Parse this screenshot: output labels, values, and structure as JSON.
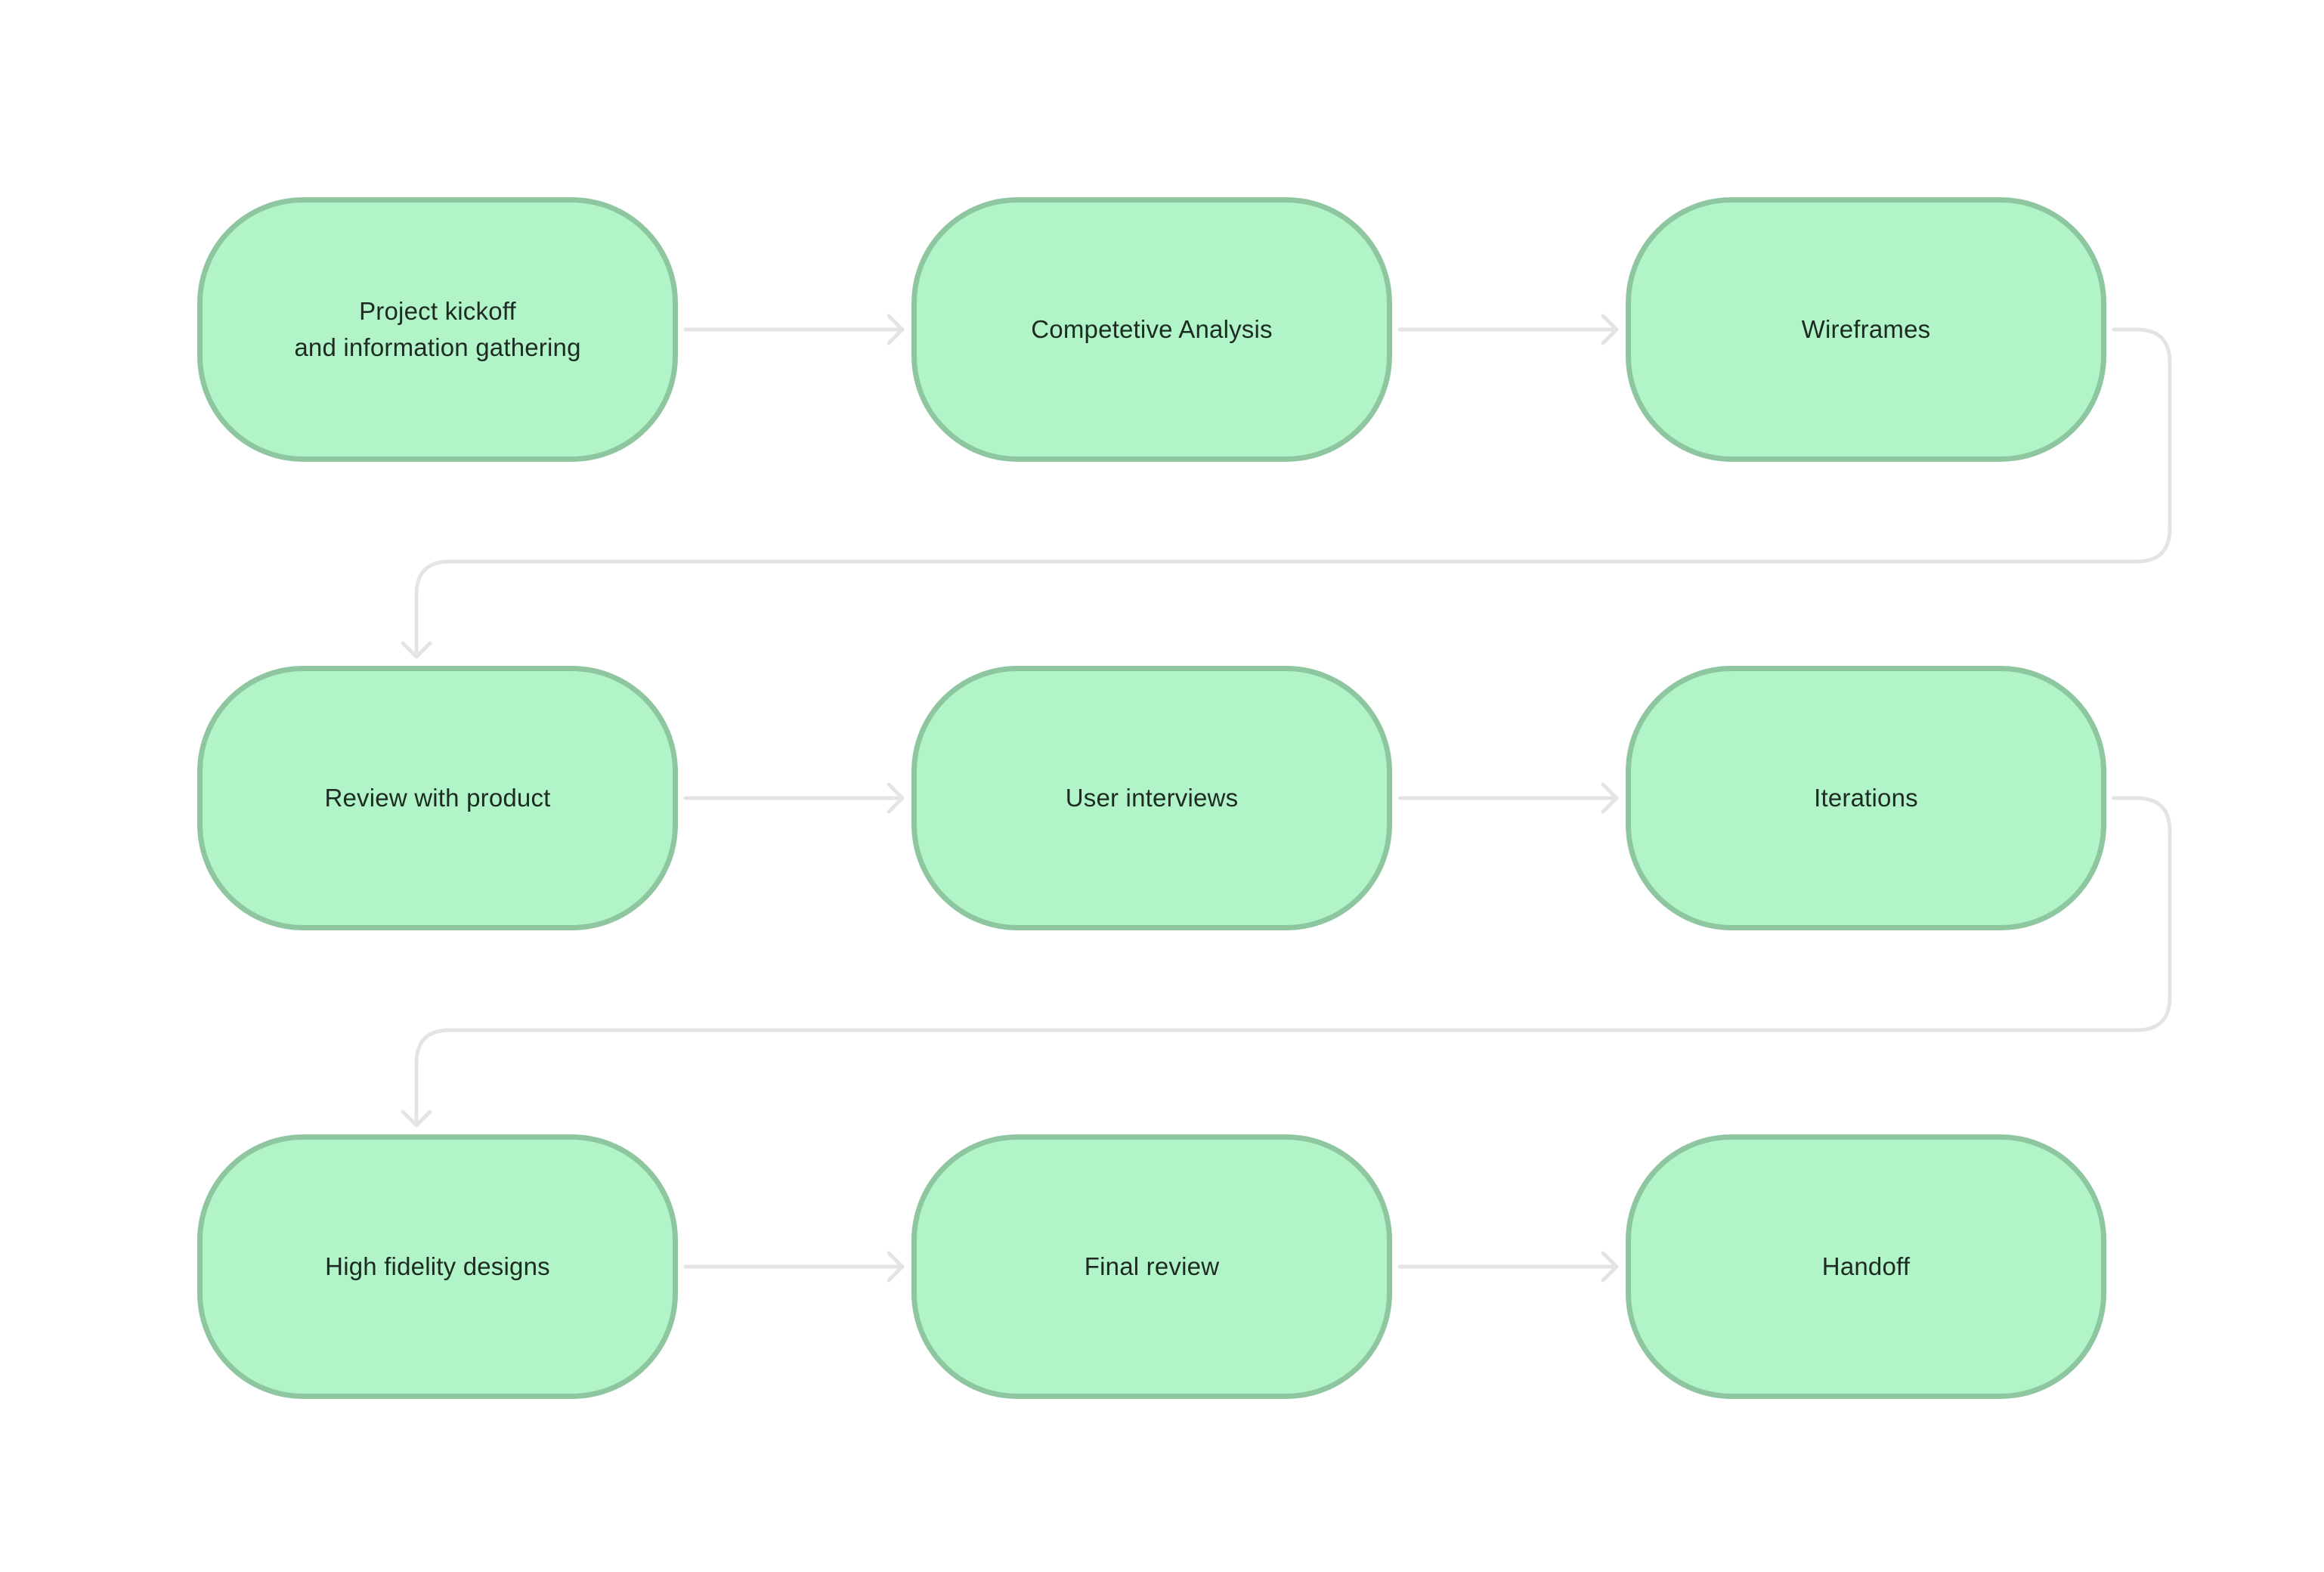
{
  "diagram": {
    "colors": {
      "node_fill": "#b0f4c7",
      "node_border": "#8ec79f",
      "connector": "#e4e4e4",
      "text": "#1d2b22",
      "background": "#ffffff"
    },
    "steps": [
      {
        "id": "step-1",
        "label": "Project kickoff\nand information gathering"
      },
      {
        "id": "step-2",
        "label": "Competetive Analysis"
      },
      {
        "id": "step-3",
        "label": "Wireframes"
      },
      {
        "id": "step-4",
        "label": "Review with product"
      },
      {
        "id": "step-5",
        "label": "User interviews"
      },
      {
        "id": "step-6",
        "label": "Iterations"
      },
      {
        "id": "step-7",
        "label": "High fidelity designs"
      },
      {
        "id": "step-8",
        "label": "Final review"
      },
      {
        "id": "step-9",
        "label": "Handoff"
      }
    ],
    "flow": [
      {
        "from": "step-1",
        "to": "step-2"
      },
      {
        "from": "step-2",
        "to": "step-3"
      },
      {
        "from": "step-3",
        "to": "step-4"
      },
      {
        "from": "step-4",
        "to": "step-5"
      },
      {
        "from": "step-5",
        "to": "step-6"
      },
      {
        "from": "step-6",
        "to": "step-7"
      },
      {
        "from": "step-7",
        "to": "step-8"
      },
      {
        "from": "step-8",
        "to": "step-9"
      }
    ]
  }
}
